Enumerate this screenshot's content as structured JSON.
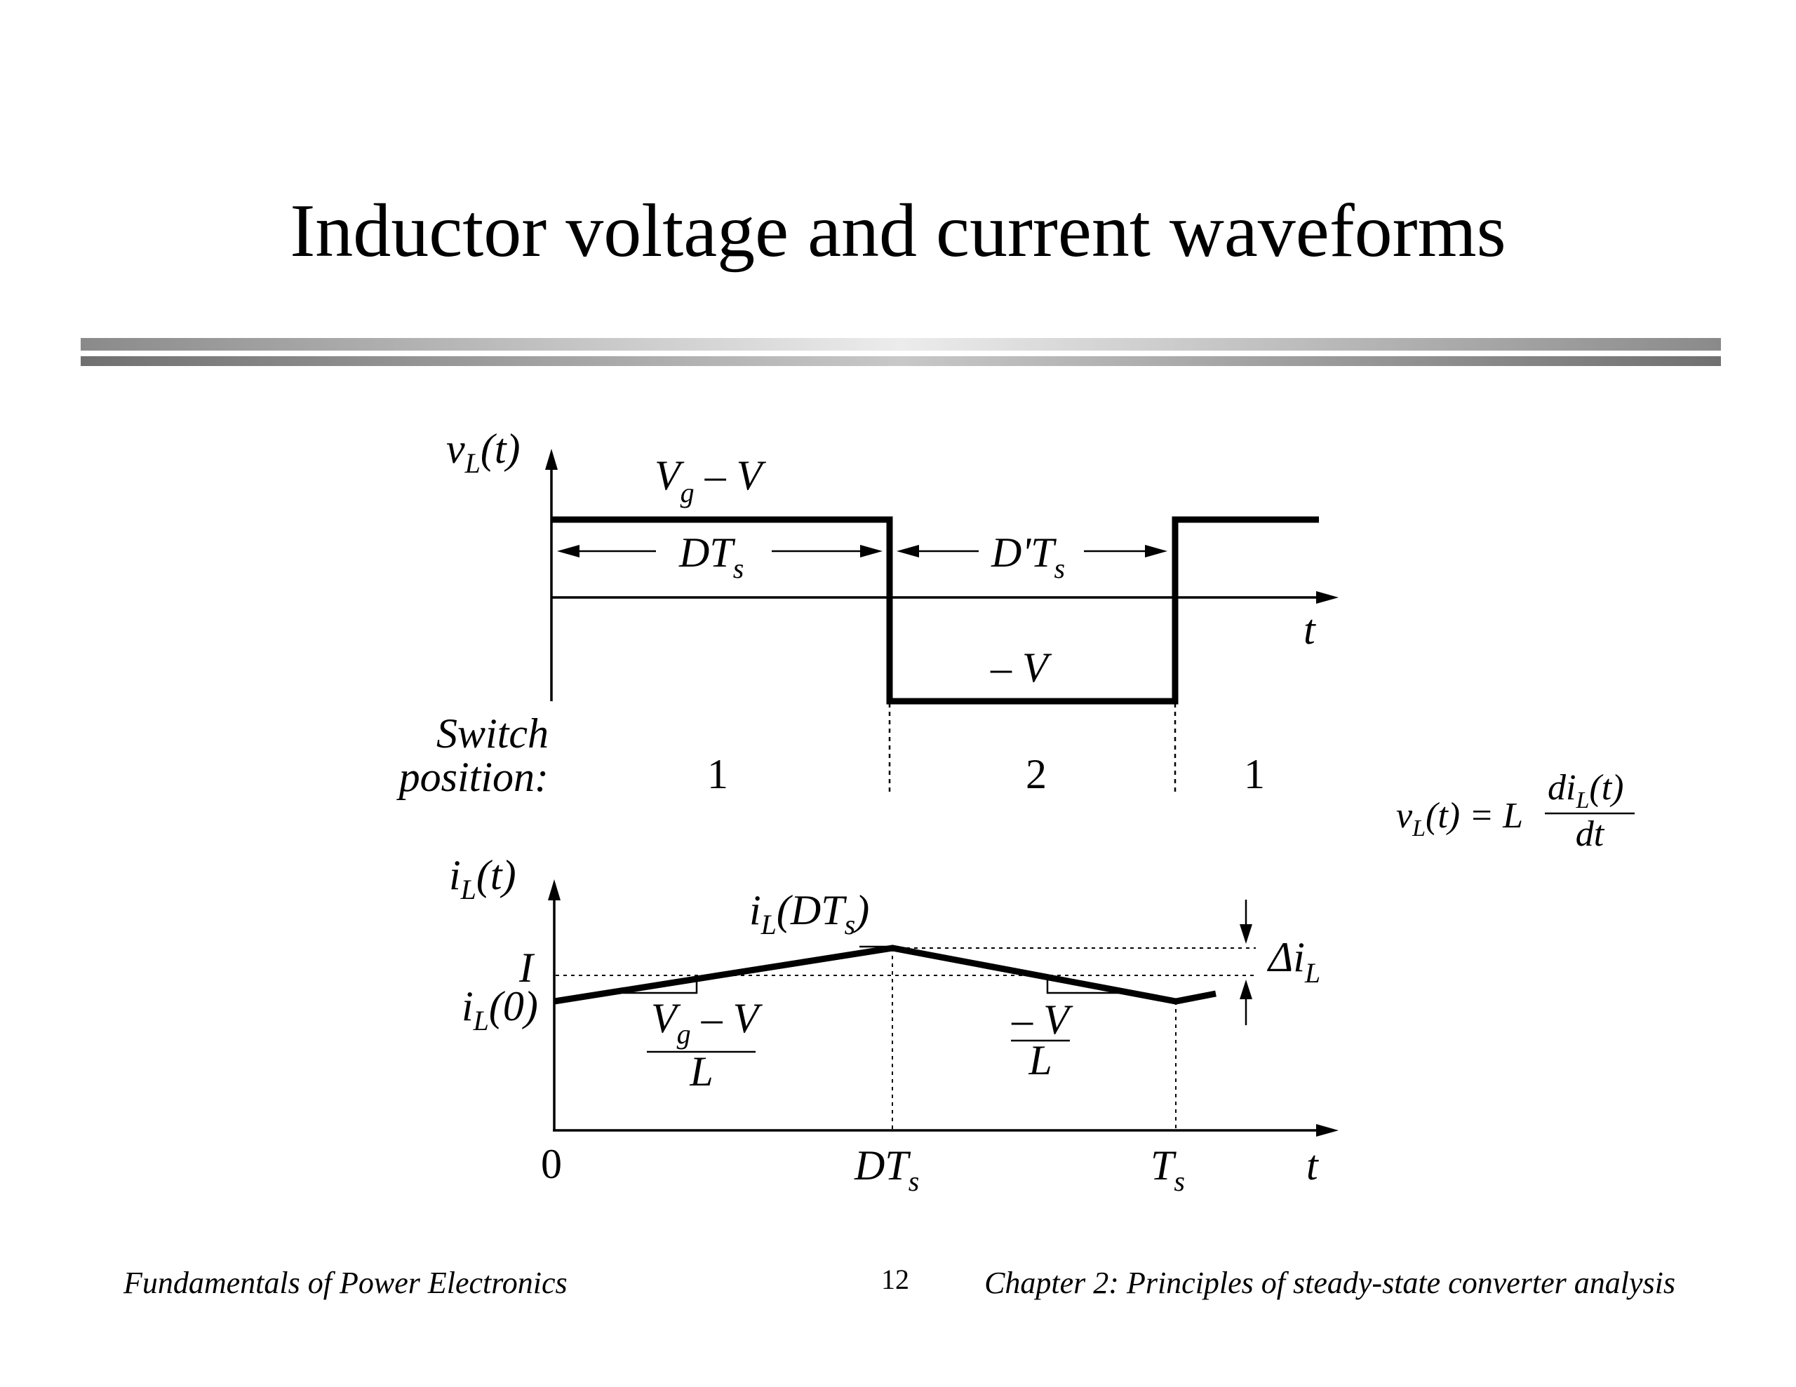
{
  "title": "Inductor voltage and current waveforms",
  "voltage_plot": {
    "y_label": {
      "main": "v",
      "sub": "L",
      "rest": "(t)"
    },
    "high_level": {
      "main": "V",
      "sub": "g",
      "rest": " – V"
    },
    "low_level": "– V",
    "x_axis_label": "t",
    "interval1": {
      "main": "DT",
      "sub": "s"
    },
    "interval2": {
      "main": "D'T",
      "sub": "s"
    }
  },
  "switch_position": {
    "label_line1": "Switch",
    "label_line2": "position:",
    "values": [
      "1",
      "2",
      "1"
    ]
  },
  "current_plot": {
    "y_label": {
      "main": "i",
      "sub": "L",
      "rest": "(t)"
    },
    "peak_label": {
      "main": "i",
      "sub": "L",
      "mid": "(DT",
      "sub2": "s",
      "rest": ")"
    },
    "avg_label": "I",
    "start_label": {
      "main": "i",
      "sub": "L",
      "rest": "(0)"
    },
    "slope1": {
      "num_main": "V",
      "num_sub": "g",
      "num_rest": " – V",
      "den": "L"
    },
    "slope2": {
      "num": "– V",
      "den": "L"
    },
    "ripple_label": {
      "main": "Δi",
      "sub": "L"
    },
    "x_ticks": [
      {
        "main": "0",
        "sub": ""
      },
      {
        "main": "DT",
        "sub": "s"
      },
      {
        "main": "T",
        "sub": "s"
      }
    ],
    "x_axis_label": "t"
  },
  "equation": {
    "lhs_main": "v",
    "lhs_sub": "L",
    "lhs_rest": "(t) = L",
    "num_main": "di",
    "num_sub": "L",
    "num_rest": "(t)",
    "den": "dt"
  },
  "footer": {
    "left": "Fundamentals of Power Electronics",
    "page": "12",
    "right": "Chapter 2: Principles of steady-state converter analysis"
  }
}
